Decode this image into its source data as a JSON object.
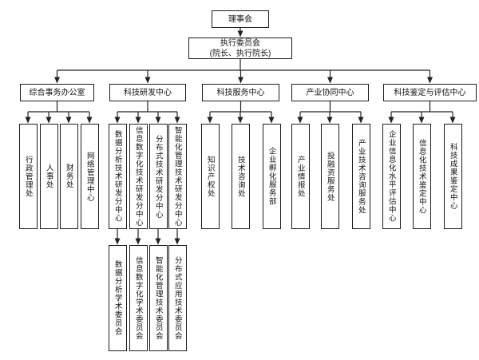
{
  "org": {
    "root": "理事会",
    "executive": {
      "line1": "执行委员会",
      "line2": "(院长、执行院长)"
    },
    "groups": [
      {
        "label": "综合事务办公室",
        "children": [
          "行政管理处",
          "人事处",
          "财务处",
          "网络管理中心"
        ]
      },
      {
        "label": "科技研发中心",
        "children": [
          "数据分析技术研发分中心",
          "信息数字化技术研发分中心",
          "分布式技术研发分中心",
          "智能化管理技术研发分中心"
        ],
        "committees": [
          "数据分析学术委员会",
          "信息数字化学术委员会",
          "智能化管理技术委员会",
          "分布式应用技术委员会"
        ]
      },
      {
        "label": "科技服务中心",
        "children": [
          "知识产权处",
          "技术咨询处",
          "企业孵化服务部"
        ]
      },
      {
        "label": "产业协同中心",
        "children": [
          "产业情报处",
          "投融资服务处",
          "产业技术咨询服务处"
        ]
      },
      {
        "label": "科技鉴定与评估中心",
        "children": [
          "企业信息化水平评估中心",
          "信息化技术鉴定中心",
          "科技成果鉴定中心"
        ]
      }
    ],
    "line_color": "#222222"
  }
}
